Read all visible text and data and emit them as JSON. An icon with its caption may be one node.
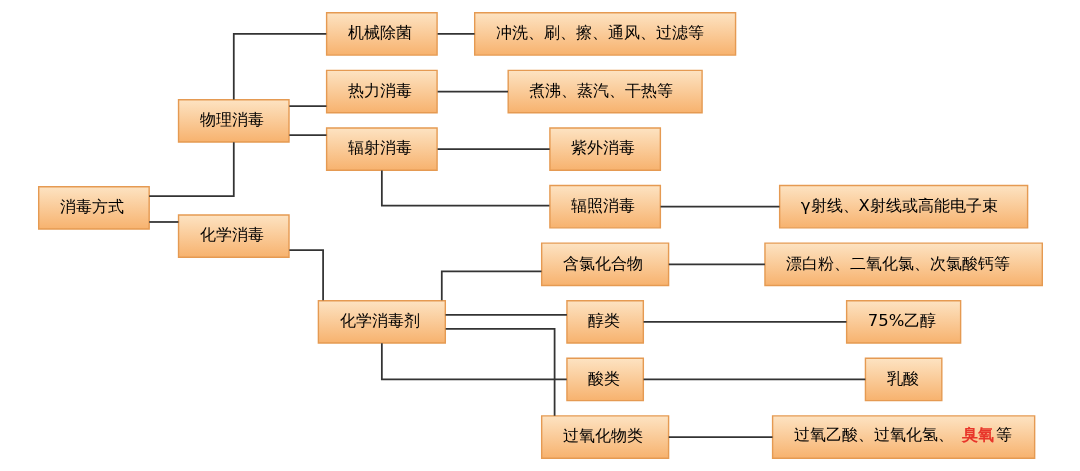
{
  "diagram": {
    "nodes": [
      {
        "text": [
          "消毒方式"
        ]
      },
      {
        "text": [
          "物理消毒"
        ]
      },
      {
        "text": [
          "化学消毒"
        ]
      },
      {
        "text": [
          "机械除菌"
        ]
      },
      {
        "text": [
          "热力消毒"
        ]
      },
      {
        "text": [
          "辐射消毒"
        ]
      },
      {
        "text": [
          "冲洗、刷、擦、通风、过滤等"
        ]
      },
      {
        "text": [
          "煮沸、蒸汽、干热等"
        ]
      },
      {
        "text": [
          "紫外消毒"
        ]
      },
      {
        "text": [
          "辐照消毒"
        ]
      },
      {
        "text": [
          "γ射线、X射线或高能电子束"
        ]
      },
      {
        "text": [
          "化学消毒剂"
        ]
      },
      {
        "text": [
          "含氯化合物"
        ]
      },
      {
        "text": [
          "醇类"
        ]
      },
      {
        "text": [
          "酸类"
        ]
      },
      {
        "text": [
          "过氧化物类"
        ]
      },
      {
        "text": [
          "漂白粉、二氧化氯、次氯酸钙等"
        ]
      },
      {
        "text": [
          "75%乙醇"
        ]
      },
      {
        "text": [
          "乳酸"
        ]
      },
      {
        "text": [
          "过氧乙酸、过氧化氢、**臭氧**等"
        ]
      }
    ],
    "edges": [
      {
        "from": 0,
        "to": 1,
        "arrow": "none"
      },
      {
        "from": 0,
        "to": 2,
        "arrow": "none"
      },
      {
        "from": 1,
        "to": 3,
        "arrow": "none"
      },
      {
        "from": 1,
        "to": 4,
        "arrow": "none"
      },
      {
        "from": 1,
        "to": 5,
        "arrow": "none"
      },
      {
        "from": 3,
        "to": 6,
        "arrow": "none"
      },
      {
        "from": 4,
        "to": 7,
        "arrow": "none"
      },
      {
        "from": 5,
        "to": 8,
        "arrow": "none"
      },
      {
        "from": 5,
        "to": 9,
        "arrow": "none"
      },
      {
        "from": 9,
        "to": 10,
        "arrow": "none"
      },
      {
        "from": 2,
        "to": 11,
        "arrow": "none"
      },
      {
        "from": 11,
        "to": 12,
        "arrow": "none"
      },
      {
        "from": 11,
        "to": 13,
        "arrow": "none"
      },
      {
        "from": 11,
        "to": 14,
        "arrow": "none"
      },
      {
        "from": 11,
        "to": 15,
        "arrow": "none"
      },
      {
        "from": 12,
        "to": 16,
        "arrow": "none"
      },
      {
        "from": 13,
        "to": 17,
        "arrow": "none"
      },
      {
        "from": 14,
        "to": 18,
        "arrow": "none"
      },
      {
        "from": 15,
        "to": 19,
        "arrow": "none"
      }
    ]
  }
}
